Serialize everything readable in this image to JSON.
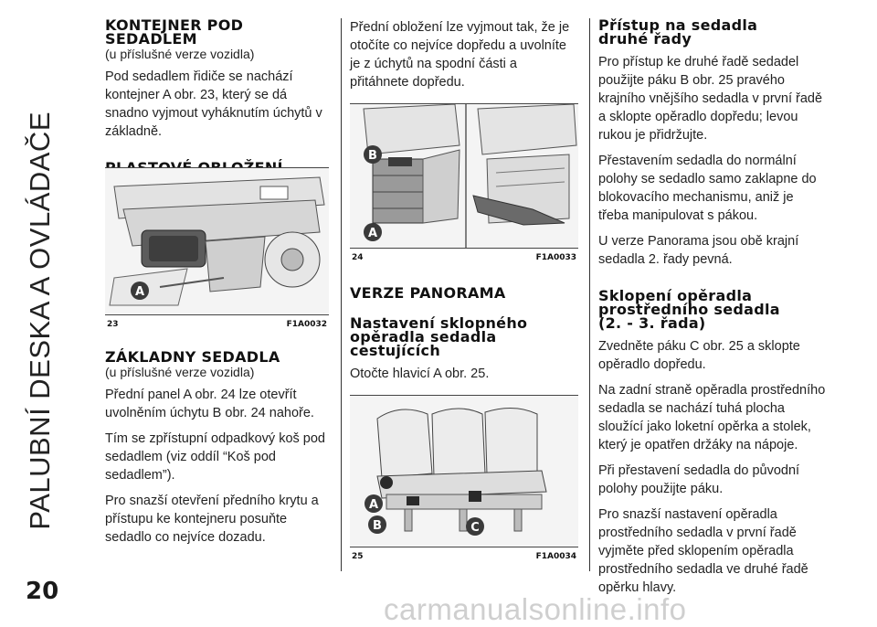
{
  "side_title": "PALUBNÍ DESKA A OVLÁDAČE",
  "page_number": "20",
  "watermark": "carmanualsonline.info",
  "col1": {
    "kontejner_heading": "KONTEJNER POD SEDADLEM",
    "kontejner_sub": "(u příslušné verze vozidla)",
    "kontejner_text": "Pod sedadlem řidiče se nachází kontejner A obr. 23, který se dá snadno vyjmout vyháknutím úchytů v základně.",
    "plastove_heading": "PLASTOVÉ OBLOŽENÍ",
    "fig23": {
      "number": "23",
      "code": "F1A0032",
      "callouts": [
        "A"
      ]
    },
    "zakladny_heading": "ZÁKLADNY SEDADLA",
    "zakladny_sub": "(u příslušné verze vozidla)",
    "zakladny_p1": "Přední panel A obr. 24 lze otevřít uvolněním úchytu B obr. 24 nahoře.",
    "zakladny_p2": "Tím se zpřístupní odpadkový koš pod sedadlem (viz oddíl “Koš pod sedadlem”).",
    "zakladny_p3": "Pro snazší otevření předního krytu a přístupu ke kontejneru posuňte sedadlo co nejvíce dozadu."
  },
  "col2": {
    "intro": "Přední obložení lze vyjmout tak, že je otočíte co nejvíce dopředu a uvolníte je z úchytů na spodní části a přitáhnete dopředu.",
    "fig24": {
      "number": "24",
      "code": "F1A0033",
      "callouts": [
        "B",
        "A"
      ]
    },
    "panorama_heading": "VERZE PANORAMA",
    "nastaveni_heading": "Nastavení sklopného opěradla sedadla cestujících",
    "nastaveni_text": "Otočte hlavicí A obr. 25.",
    "fig25": {
      "number": "25",
      "code": "F1A0034",
      "callouts": [
        "A",
        "B",
        "C"
      ]
    }
  },
  "col3": {
    "pristup_heading": "Přístup na sedadla druhé řady",
    "pristup_p1": "Pro přístup ke druhé řadě sedadel použijte páku B obr. 25 pravého krajního vnějšího sedadla v první řadě a sklopte opěradlo dopředu; levou rukou je přidržujte.",
    "pristup_p2": "Přestavením sedadla do normální polohy se sedadlo samo zaklapne do blokovacího mechanismu, aniž je třeba manipulovat s pákou.",
    "pristup_p3": "U verze Panorama jsou obě krajní sedadla 2. řady pevná.",
    "sklopeni_heading": "Sklopení opěradla prostředního sedadla (2. - 3. řada)",
    "sklopeni_p1": "Zvedněte páku C obr. 25 a sklopte opěradlo dopředu.",
    "sklopeni_p2": "Na zadní straně opěradla prostředního sedadla se nachází tuhá plocha sloužící jako loketní opěrka a stolek, který je opatřen držáky na nápoje.",
    "sklopeni_p3": "Při přestavení sedadla do původní polohy použijte páku.",
    "sklopeni_p4": "Pro snazší nastavení opěradla prostředního sedadla v první řadě vyjměte před sklopením opěradla prostředního sedadla ve druhé řadě opěrku hlavy."
  },
  "colors": {
    "callout": "#3a3a3a",
    "rule": "#333333",
    "watermark": "#cfcfcf"
  }
}
